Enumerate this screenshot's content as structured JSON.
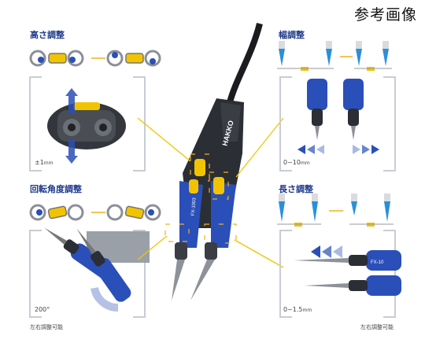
{
  "reference_label": "参考画像",
  "brand": "HAKKO",
  "model": "FX-1003",
  "sections": {
    "height": {
      "title": "高さ調整",
      "range": "±1",
      "unit": "mm"
    },
    "width": {
      "title": "幅調整",
      "range": "0~10",
      "unit": "mm"
    },
    "rotation": {
      "title": "回転角度調整",
      "range": "200°",
      "note": "左右調整可能"
    },
    "length": {
      "title": "長さ調整",
      "range": "0~1.5",
      "unit": "mm",
      "note": "左右調整可能"
    }
  },
  "colors": {
    "blue": "#2a4fb8",
    "yellow": "#f2c400",
    "body": "#2b2e34",
    "accent": "#f2b01e",
    "arrow": "#1f3a8a"
  }
}
